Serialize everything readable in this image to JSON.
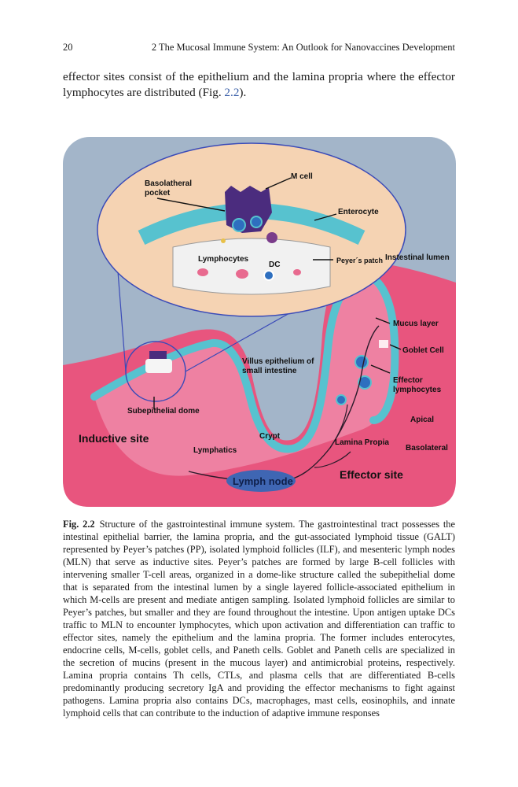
{
  "header": {
    "page_number": "20",
    "title": "2   The Mucosal Immune System: An Outlook for Nanovaccines Development"
  },
  "intro": {
    "text_before": "effector sites consist of the epithelium and the lamina propria where the effector lymphocytes are distributed (Fig. ",
    "ref": "2.2",
    "text_after": ")."
  },
  "figure": {
    "labels": {
      "m_cell": "M cell",
      "basolateral_pocket_1": "Basolatheral",
      "basolateral_pocket_2": "pocket",
      "enterocyte": "Enterocyte",
      "lymphocytes": "Lymphocytes",
      "dc": "DC",
      "peyers_patch": "Peyer´s patch",
      "intestinal_lumen": "Instestinal lumen",
      "mucus_layer": "Mucus layer",
      "goblet_cell": "Goblet Cell",
      "villus_epithelium_1": "Villus epithelium of",
      "villus_epithelium_2": "small intestine",
      "effector_lymphocytes_1": "Effector",
      "effector_lymphocytes_2": "lymphocytes",
      "apical": "Apical",
      "basolateral": "Basolateral",
      "subepithelial_dome": "Subepithelial dome",
      "inductive_site": "Inductive site",
      "crypt": "Crypt",
      "lymphatics": "Lymphatics",
      "lamina_propia": "Lamina Propia",
      "lymph_node": "Lymph node",
      "effector_site": "Effector site"
    },
    "colors": {
      "background": "#a3b5c9",
      "tissue": "#e8557e",
      "tissue_light": "#f2a6c0",
      "epithelium": "#57c2cf",
      "inset": "#f5d3b3",
      "lymph_node": "#3f66b3",
      "m_cell": "#4b2c7e"
    }
  },
  "caption": {
    "label": "Fig. 2.2",
    "text": "Structure of the gastrointestinal immune system. The gastrointestinal tract possesses the intestinal epithelial barrier, the lamina propria, and the gut-associated lymphoid tissue (GALT) represented by Peyer’s patches (PP), isolated lymphoid follicles (ILF), and mesenteric lymph nodes (MLN) that serve as inductive sites. Peyer’s patches are formed by large B-cell follicles with intervening smaller T-cell areas, organized in a dome-like structure called the subepithelial dome that is separated from the intestinal lumen by a single layered follicle-associated epithelium in which M-cells are present and mediate antigen sampling. Isolated lymphoid follicles are similar to Peyer’s patches, but smaller and they are found throughout the intestine. Upon antigen uptake DCs traffic to MLN to encounter lymphocytes, which upon activation and differentiation can traffic to effector sites, namely the epithelium and the lamina propria. The former includes enterocytes, endocrine cells, M-cells, goblet cells, and Paneth cells. Goblet and Paneth cells are specialized in the secretion of mucins (present in the mucous layer) and antimicrobial proteins, respectively. Lamina propria contains Th cells, CTLs, and plasma cells that are differentiated B-cells predominantly producing secretory IgA and providing the effector mechanisms to fight against pathogens. Lamina propria also contains DCs, macrophages, mast cells, eosinophils, and innate lymphoid cells that can contribute to the induction of adaptive immune responses"
  }
}
